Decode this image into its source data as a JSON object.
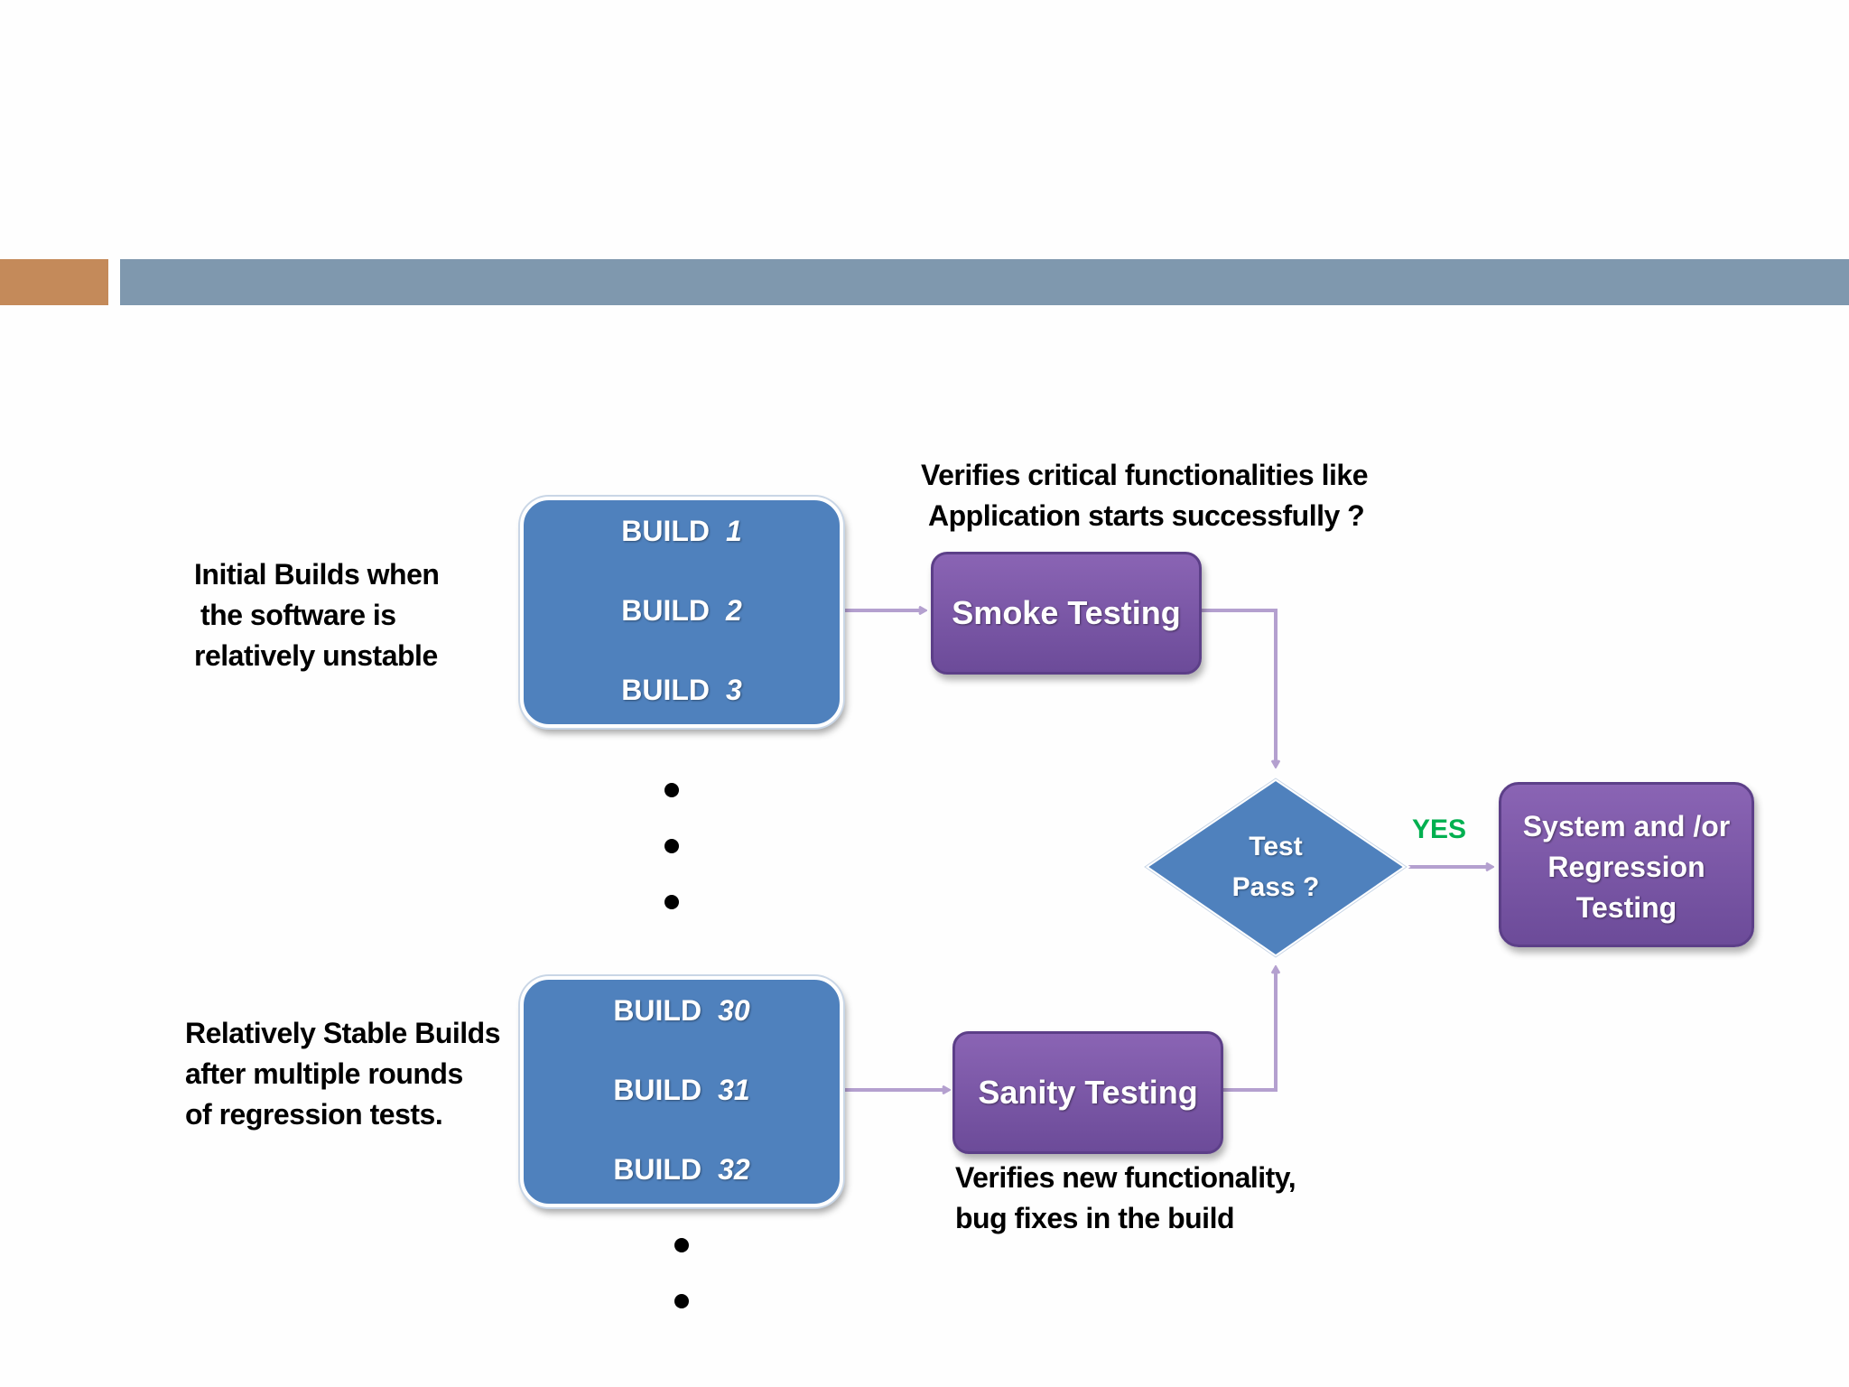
{
  "colors": {
    "accent_bar": "#c48a5a",
    "slate_bar": "#7f98ae",
    "build_blue": "#4f81bd",
    "test_purple": "#7a56a8",
    "arrow": "#b4a0cf",
    "yes_green": "#00b050"
  },
  "annotations": {
    "initial_builds": [
      "Initial Builds when",
      "the software is",
      "relatively unstable"
    ],
    "stable_builds": [
      "Relatively Stable Builds",
      "after multiple rounds",
      "of regression tests."
    ],
    "smoke_note": [
      "Verifies critical functionalities like",
      "Application starts successfully ?"
    ],
    "sanity_note": [
      "Verifies new functionality,",
      "bug fixes in the build"
    ]
  },
  "build_groups": {
    "initial": [
      {
        "label": "BUILD",
        "number": "1"
      },
      {
        "label": "BUILD",
        "number": "2"
      },
      {
        "label": "BUILD",
        "number": "3"
      }
    ],
    "stable": [
      {
        "label": "BUILD",
        "number": "30"
      },
      {
        "label": "BUILD",
        "number": "31"
      },
      {
        "label": "BUILD",
        "number": "32"
      }
    ]
  },
  "nodes": {
    "smoke": "Smoke Testing",
    "sanity": "Sanity Testing",
    "decision": [
      "Test",
      "Pass ?"
    ],
    "result": [
      "System and /or",
      "Regression",
      "Testing"
    ]
  },
  "edges": {
    "yes_label": "YES"
  },
  "icons": {
    "ellipsis": "vertical-ellipsis-dots"
  }
}
